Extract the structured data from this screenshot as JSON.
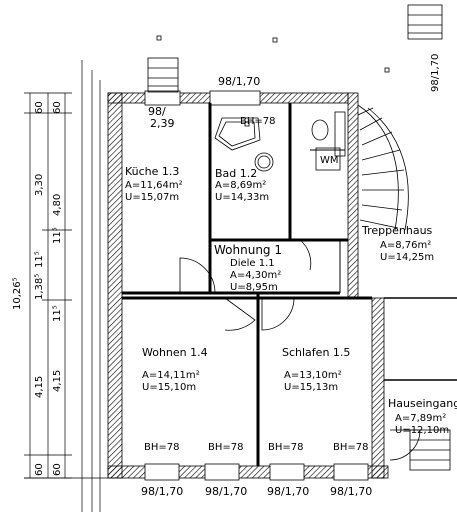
{
  "apartment": {
    "name": "Wohnung 1"
  },
  "rooms": {
    "kueche": {
      "name": "Küche 1.3",
      "area": "A=11,64m²",
      "perimeter": "U=15,07m"
    },
    "bad": {
      "name": "Bad 1.2",
      "area": "A=8,69m²",
      "perimeter": "U=14,33m"
    },
    "diele": {
      "name": "Diele 1.1",
      "area": "A=4,30m²",
      "perimeter": "U=8,95m"
    },
    "treppenhaus": {
      "name": "Treppenhaus",
      "area": "A=8,76m²",
      "perimeter": "U=14,25m"
    },
    "wohnen": {
      "name": "Wohnen 1.4",
      "area": "A=14,11m²",
      "perimeter": "U=15,10m"
    },
    "schlafen": {
      "name": "Schlafen 1.5",
      "area": "A=13,10m²",
      "perimeter": "U=15,13m"
    },
    "hauseingang": {
      "name": "Hauseingang",
      "area": "A=7,89m²",
      "perimeter": "U=12,10m"
    }
  },
  "fixtures": {
    "wm": "WM"
  },
  "window_labels": {
    "top": "98/1,70",
    "top_right": "98/1,70",
    "kitchen_small_line1": "98/",
    "kitchen_small_line2": "2,39",
    "bottom": [
      "98/1,70",
      "98/1,70",
      "98/1,70",
      "98/1,70"
    ]
  },
  "sill_heights": {
    "bad": "BH=78",
    "wohnen_left": "BH=78",
    "wohnen_right": "BH=78",
    "schlafen_left": "BH=78",
    "schlafen_right": "BH=78"
  },
  "dimensions": {
    "total": "10,26⁵",
    "outer": {
      "top": "60",
      "middle": "4,15",
      "bottom": "60"
    },
    "left_outer": [
      "60",
      "3,30",
      "1,38⁵",
      "4,15",
      "60"
    ],
    "inner": [
      "4,80",
      "11⁵",
      "11⁵",
      "11⁵"
    ]
  }
}
